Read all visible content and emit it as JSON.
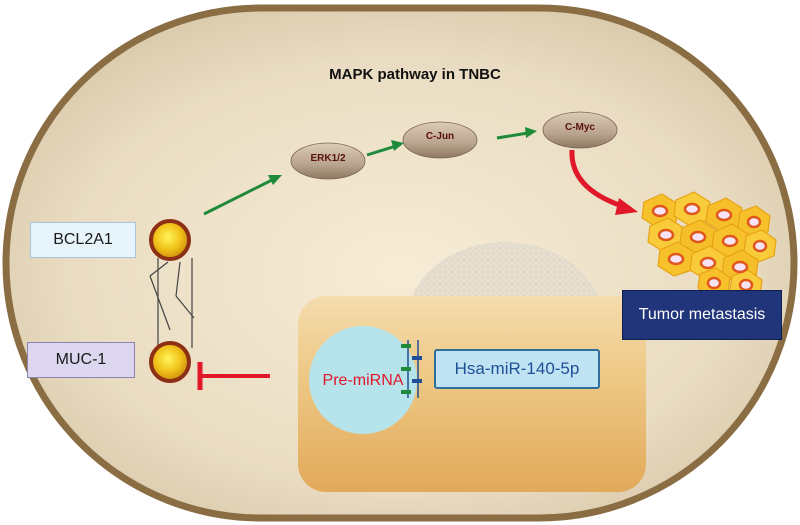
{
  "title": "MAPK pathway in TNBC",
  "nodes": {
    "erk": "ERK1/2",
    "cjun": "C-Jun",
    "cmyc": "C-Myc"
  },
  "receptors": {
    "bcl2a1": "BCL2A1",
    "muc1": "MUC-1"
  },
  "outcome": "Tumor metastasis",
  "mirna": {
    "pre": "Pre-miRNA",
    "mature": "Hsa-miR-140-5p"
  },
  "colors": {
    "activation_arrow": "#1e8a3a",
    "inhibition_arrow": "#e0182a",
    "promote_arrow": "#e0182a",
    "tumor_box": "#21357a"
  }
}
